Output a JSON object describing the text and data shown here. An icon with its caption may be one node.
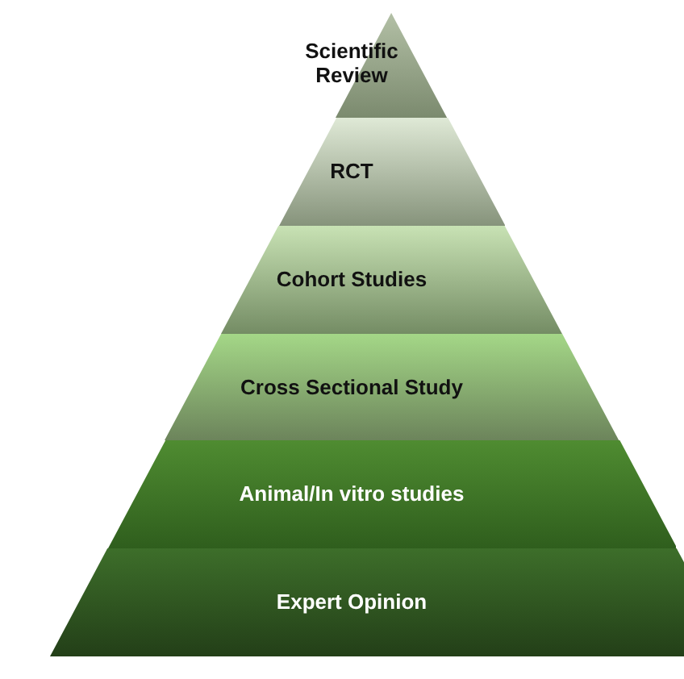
{
  "diagram": {
    "nodes": [
      {
        "text": [
          "Scientific Review"
        ]
      },
      {
        "text": [
          "RCT"
        ]
      },
      {
        "text": [
          "Cohort Studies"
        ]
      },
      {
        "text": [
          "Cross Sectional Study"
        ]
      },
      {
        "text": [
          "Animal/In vitro studies"
        ]
      },
      {
        "text": [
          "Expert Opinion"
        ]
      }
    ]
  }
}
